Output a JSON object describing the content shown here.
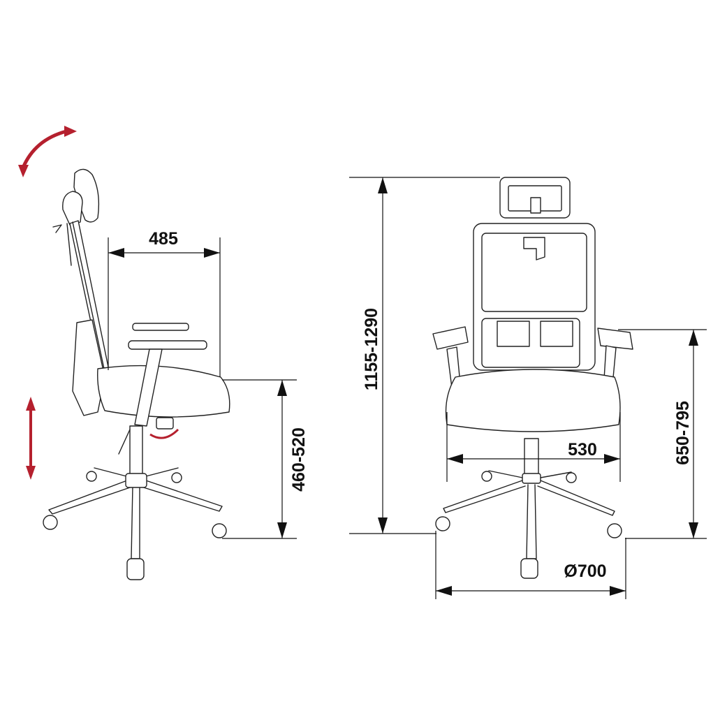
{
  "dimensions": {
    "depth": "485",
    "seat_height": "460-520",
    "total_height": "1155-1290",
    "armrest_height": "650-795",
    "seat_width": "530",
    "base_diameter": "Ø700"
  },
  "colors": {
    "adjust_arrows": "#b5202e",
    "lines": "#222222"
  }
}
